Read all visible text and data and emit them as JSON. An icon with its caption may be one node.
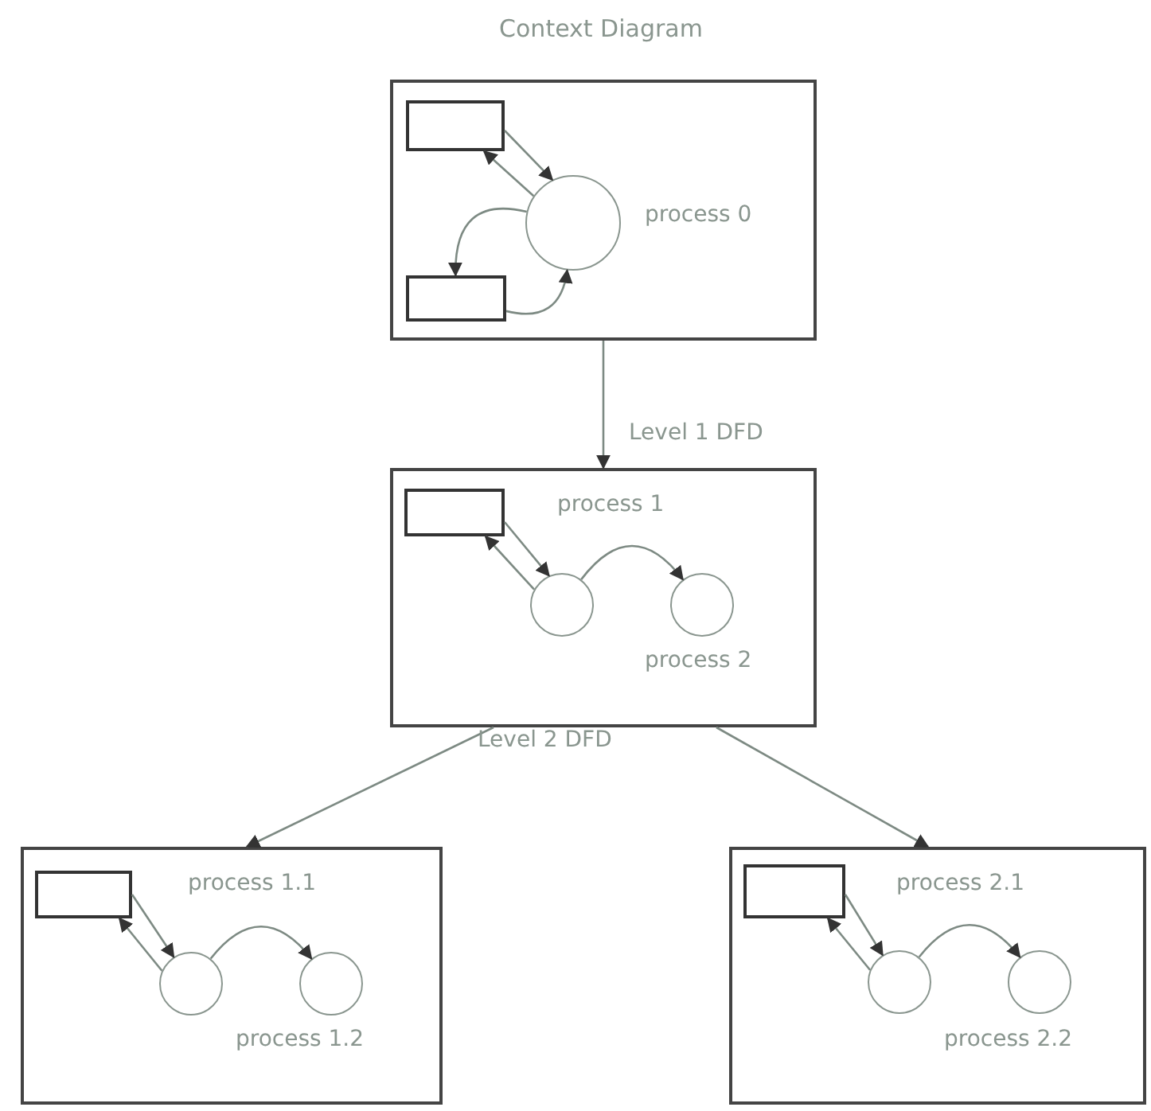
{
  "diagram": {
    "title": "Context Diagram",
    "nodes": [
      {
        "text": [],
        "shape": "box"
      },
      {
        "text": [],
        "shape": "box",
        "in": 0
      },
      {
        "text": [],
        "shape": "circle",
        "in": 0,
        "beside": [
          "process 0"
        ]
      },
      {
        "text": [],
        "shape": "box",
        "in": 0
      },
      {
        "text": [],
        "shape": "box"
      },
      {
        "text": [],
        "shape": "box",
        "in": 4
      },
      {
        "text": [],
        "shape": "circle",
        "in": 4,
        "beside": [
          "process 1"
        ]
      },
      {
        "text": [],
        "shape": "circle",
        "in": 4,
        "beside": [
          "process 2"
        ]
      },
      {
        "text": [],
        "shape": "box"
      },
      {
        "text": [],
        "shape": "box",
        "in": 8
      },
      {
        "text": [],
        "shape": "circle",
        "in": 8,
        "beside": [
          "process 1.1"
        ]
      },
      {
        "text": [],
        "shape": "circle",
        "in": 8,
        "beside": [
          "process 1.2"
        ]
      },
      {
        "text": [],
        "shape": "box"
      },
      {
        "text": [],
        "shape": "box",
        "in": 12
      },
      {
        "text": [],
        "shape": "circle",
        "in": 12,
        "beside": [
          "process 2.1"
        ]
      },
      {
        "text": [],
        "shape": "circle",
        "in": 12,
        "beside": [
          "process 2.2"
        ]
      }
    ],
    "edges": [
      {
        "from": 1,
        "to": 2,
        "arrow": "to"
      },
      {
        "from": 2,
        "to": 1,
        "arrow": "to"
      },
      {
        "from": 2,
        "to": 3,
        "arrow": "to"
      },
      {
        "from": 3,
        "to": 2,
        "arrow": "to"
      },
      {
        "from": 0,
        "to": 4,
        "arrow": "to",
        "label": "Level 1 DFD"
      },
      {
        "from": 5,
        "to": 6,
        "arrow": "to"
      },
      {
        "from": 6,
        "to": 5,
        "arrow": "to"
      },
      {
        "from": 6,
        "to": 7,
        "arrow": "to"
      },
      {
        "from": 4,
        "to": 8,
        "arrow": "to"
      },
      {
        "from": 4,
        "to": 12,
        "arrow": "to"
      },
      {
        "from": 9,
        "to": 10,
        "arrow": "to"
      },
      {
        "from": 10,
        "to": 9,
        "arrow": "to"
      },
      {
        "from": 10,
        "to": 11,
        "arrow": "to"
      },
      {
        "from": 13,
        "to": 14,
        "arrow": "to"
      },
      {
        "from": 14,
        "to": 13,
        "arrow": "to"
      },
      {
        "from": 14,
        "to": 15,
        "arrow": "to"
      }
    ],
    "labels": [
      "Level 2 DFD"
    ]
  }
}
